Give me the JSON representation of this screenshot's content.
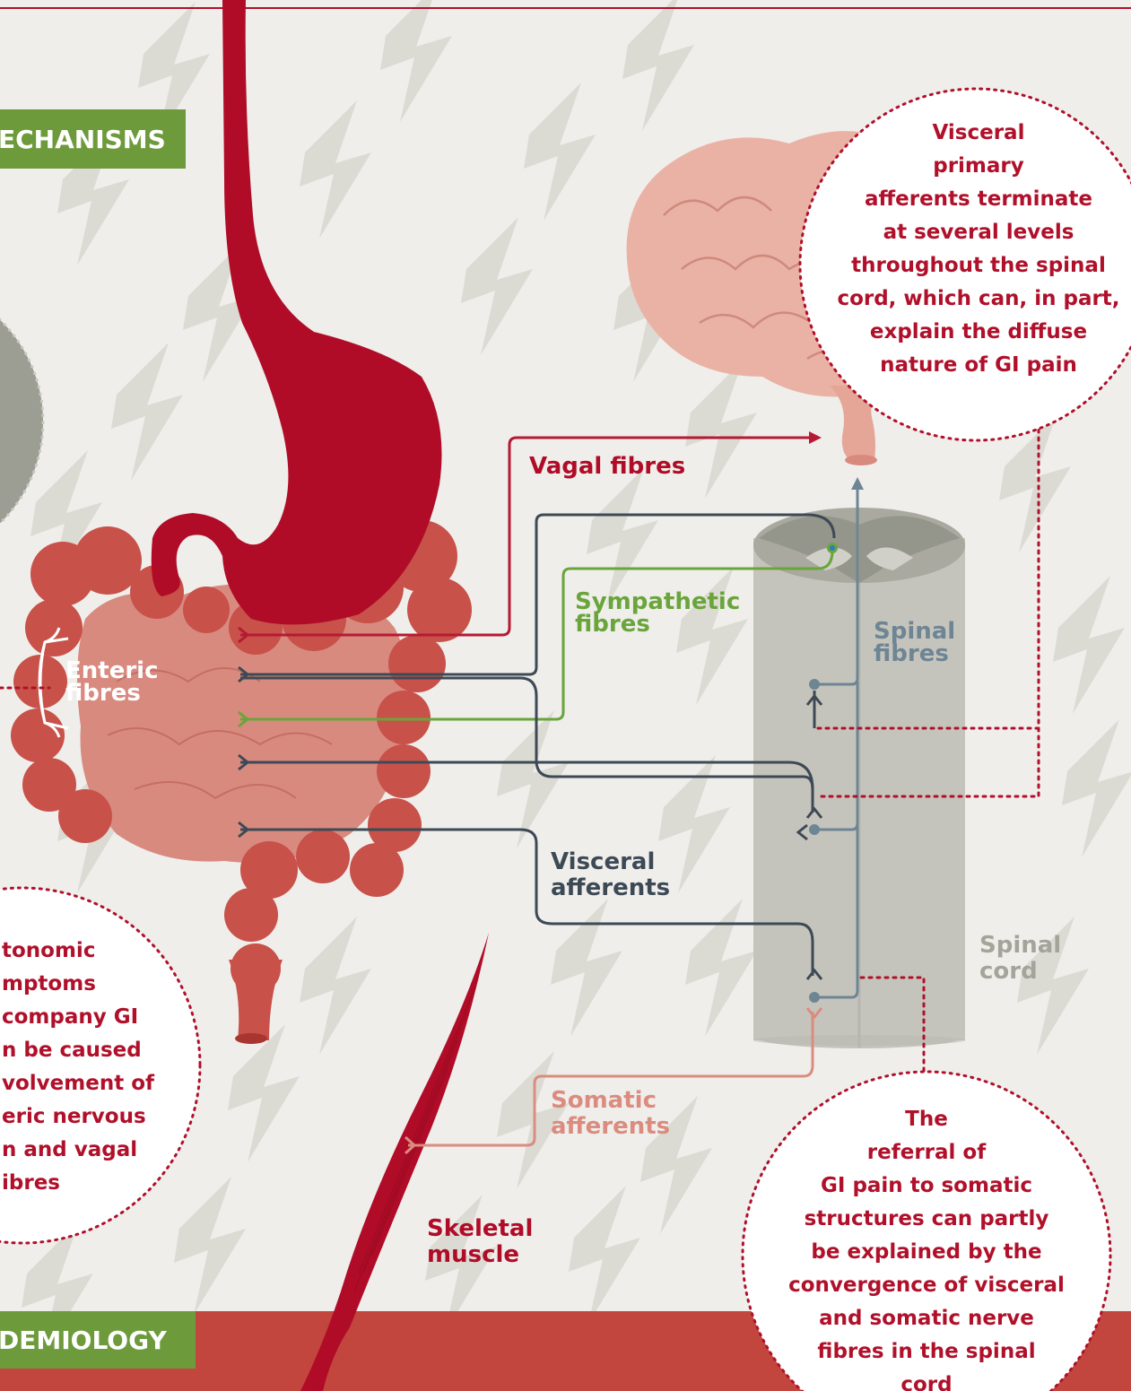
{
  "banners": {
    "top": "ECHANISMS",
    "bottom": "DEMIOLOGY"
  },
  "labels": {
    "vagal": "Vagal fibres",
    "sympathetic": [
      "Sympathetic",
      "fibres"
    ],
    "spinal_fibres": [
      "Spinal",
      "fibres"
    ],
    "enteric": [
      "Enteric",
      "fibres"
    ],
    "visceral_afferents": [
      "Visceral",
      "afferents"
    ],
    "spinal_cord": [
      "Spinal",
      "cord"
    ],
    "somatic_afferents": [
      "Somatic",
      "afferents"
    ],
    "skeletal_muscle": [
      "Skeletal",
      "muscle"
    ]
  },
  "bubbles": {
    "top_right": [
      "Visceral",
      "primary",
      "afferents terminate",
      "at several levels",
      "throughout the spinal",
      "cord, which can, in part,",
      "explain the diffuse",
      "nature of GI pain"
    ],
    "bottom_left": [
      "tonomic",
      "mptoms",
      "company GI",
      "n be caused",
      "volvement of",
      "eric nervous",
      "n and vagal",
      "ibres"
    ],
    "bottom_right": [
      "The",
      "referral of",
      "GI pain to somatic",
      "structures can partly",
      "be explained by the",
      "convergence of visceral",
      "and somatic nerve",
      "fibres in the spinal",
      "cord"
    ]
  },
  "colors": {
    "background": "#efeeeb",
    "bolt": "#d9d8d2",
    "stomach": "#b00c27",
    "colon": "#c8514a",
    "small_intestine": "#d98a7f",
    "brain": "#eab2a5",
    "spinal_cord": "#c5c4bc",
    "grey_matter": "#a2a298",
    "vagal_line": "#b51a34",
    "visceral_line": "#3d4a55",
    "sympathetic_line": "#6aa53b",
    "spinal_line": "#6e8594",
    "somatic_line": "#db8c7f",
    "dotted": "#b0102a",
    "banner_green": "#6d9a3b",
    "bottom_band": "#c3463e"
  },
  "icons": [
    "lightning-bolt-icon"
  ]
}
